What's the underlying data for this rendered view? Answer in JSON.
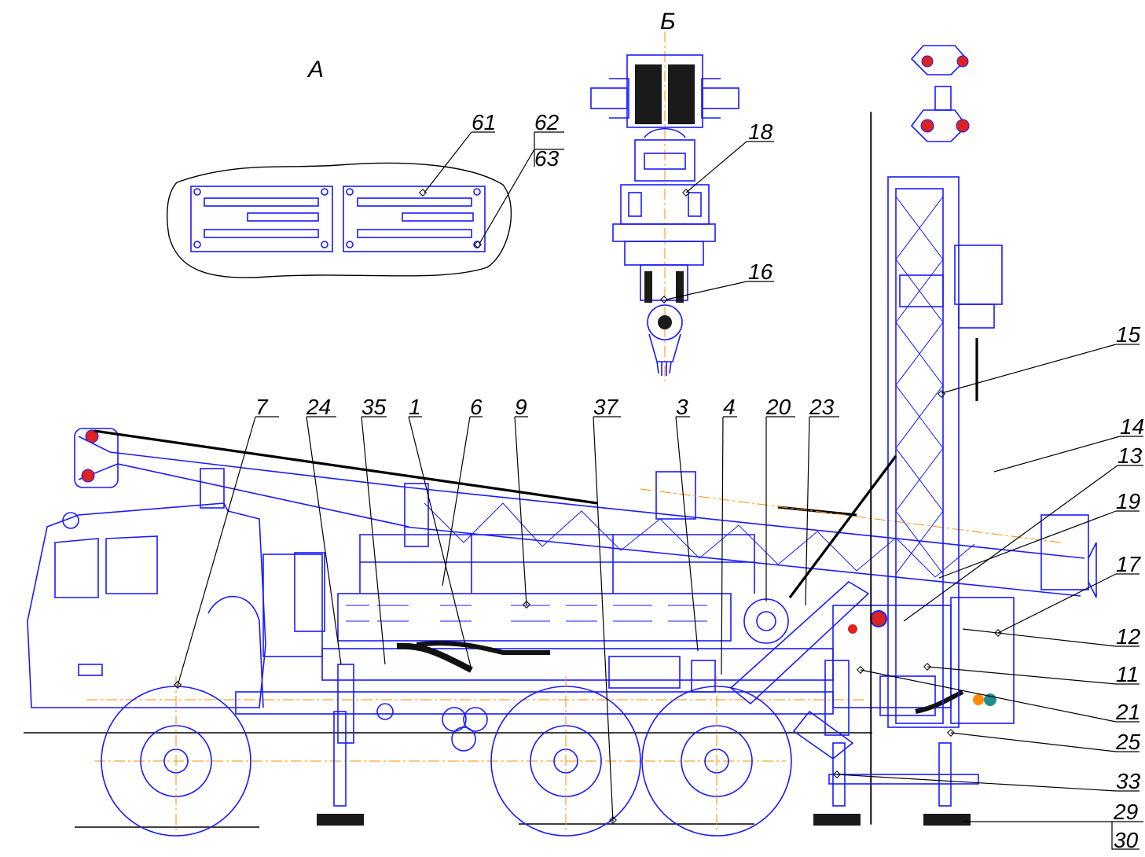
{
  "views": {
    "view_a": "А",
    "view_b": "Б"
  },
  "callouts": {
    "c61": "61",
    "c62": "62",
    "c63": "63",
    "c18": "18",
    "c16": "16",
    "c15": "15",
    "c14": "14",
    "c13": "13",
    "c19": "19",
    "c17": "17",
    "c12": "12",
    "c11": "11",
    "c21": "21",
    "c25": "25",
    "c33": "33",
    "c29": "29",
    "c30": "30",
    "c7": "7",
    "c24": "24",
    "c35": "35",
    "c1": "1",
    "c6": "6",
    "c9": "9",
    "c37": "37",
    "c3": "3",
    "c4": "4",
    "c20": "20",
    "c23": "23"
  },
  "colors": {
    "drawing": "#1a1aff",
    "axis": "#ff8c00",
    "leader": "#000000",
    "paper": "#ffffff"
  }
}
